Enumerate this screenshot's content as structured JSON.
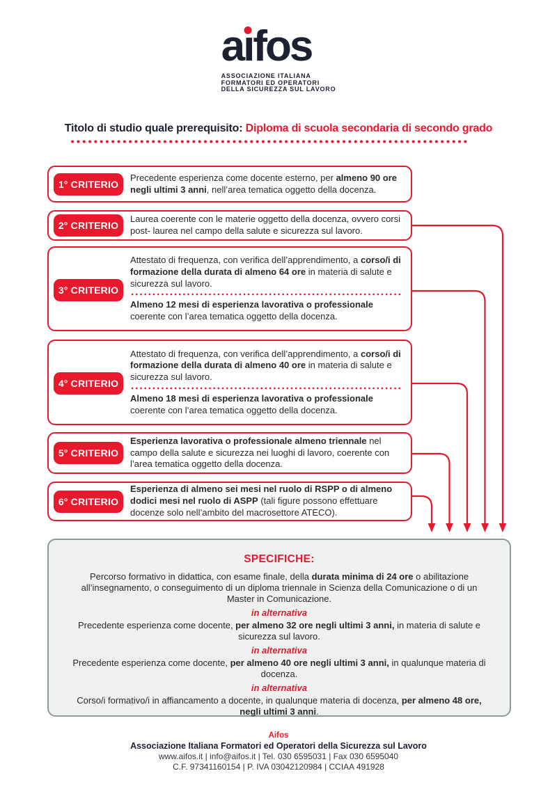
{
  "colors": {
    "red": "#e8182d",
    "navy": "#1c2030",
    "text": "#2a2a2a",
    "spec_bg": "#eef1ef",
    "spec_border": "#8d9a99"
  },
  "logo": {
    "l1": "a",
    "i_stem": "ı",
    "l2": "fos",
    "tagline": [
      "ASSOCIAZIONE ITALIANA",
      "FORMATORI ED OPERATORI",
      "DELLA SICUREZZA SUL LAVORO"
    ]
  },
  "title": {
    "prefix": "Titolo di studio quale prerequisito: ",
    "highlight": "Diploma di scuola secondaria di secondo grado"
  },
  "criteria": [
    {
      "label": "1° CRITERIO",
      "parts": [
        [
          {
            "t": "Precedente esperienza come docente esterno, per "
          },
          {
            "t": "almeno 90 ore negli ultimi 3 anni",
            "b": true
          },
          {
            "t": ", nell’area tematica oggetto della docenza."
          }
        ]
      ]
    },
    {
      "label": "2° CRITERIO",
      "parts": [
        [
          {
            "t": "Laurea coerente con le materie oggetto della docenza, ovvero corsi post- laurea nel campo della salute e sicurezza sul lavoro."
          }
        ]
      ]
    },
    {
      "label": "3° CRITERIO",
      "parts": [
        [
          {
            "t": "Attestato di frequenza, con verifica dell’apprendimento, a "
          },
          {
            "t": "corso/i di formazione della durata di almeno 64 ore",
            "b": true
          },
          {
            "t": " in materia di salute e sicurezza sul lavoro."
          }
        ],
        [
          {
            "t": "Almeno 12 mesi di esperienza lavorativa o professionale",
            "b": true
          },
          {
            "t": " coerente con l’area tematica oggetto della docenza."
          }
        ]
      ]
    },
    {
      "label": "4° CRITERIO",
      "parts": [
        [
          {
            "t": "Attestato di frequenza, con verifica dell’apprendimento, a "
          },
          {
            "t": "corso/i di formazione della durata di almeno 40 ore",
            "b": true
          },
          {
            "t": " in materia di salute e sicurezza sul lavoro."
          }
        ],
        [
          {
            "t": "Almeno 18 mesi di esperienza lavorativa o professionale",
            "b": true
          },
          {
            "t": " coerente con l’area tematica oggetto della docenza."
          }
        ]
      ]
    },
    {
      "label": "5° CRITERIO",
      "parts": [
        [
          {
            "t": "Esperienza lavorativa o professionale almeno triennale",
            "b": true
          },
          {
            "t": " nel campo della salute e sicurezza nei luoghi di lavoro, coerente con l’area tematica oggetto della docenza."
          }
        ]
      ]
    },
    {
      "label": "6° CRITERIO",
      "parts": [
        [
          {
            "t": "Esperienza di almeno sei mesi nel ruolo di RSPP o di almeno dodici mesi nel ruolo di ASPP",
            "b": true
          },
          {
            "t": " (tali figure possono effettuare docenze solo nell’ambito del macrosettore ATECO)."
          }
        ]
      ]
    }
  ],
  "specifiche": {
    "title": "SPECIFICHE:",
    "alt_label": "in alternativa",
    "p1": [
      {
        "t": "Percorso formativo in didattica, con esame finale, della "
      },
      {
        "t": "durata minima di 24 ore",
        "b": true
      },
      {
        "t": " o abilitazione all’insegnamento, o conseguimento di un diploma triennale in Scienza della Comunicazione o di un Master in Comunicazione."
      }
    ],
    "p2": [
      {
        "t": "Precedente esperienza come docente, "
      },
      {
        "t": "per almeno 32 ore negli ultimi 3 anni,",
        "b": true
      },
      {
        "t": " in materia di salute e sicurezza sul lavoro."
      }
    ],
    "p3": [
      {
        "t": "Precedente esperienza come docente, "
      },
      {
        "t": "per almeno 40 ore negli ultimi 3 anni,",
        "b": true
      },
      {
        "t": " in qualunque materia di docenza."
      }
    ],
    "p4": [
      {
        "t": "Corso/i formativo/i in affiancamento a docente, in qualunque materia di docenza, "
      },
      {
        "t": "per almeno 48 ore, negli ultimi 3 anni",
        "b": true
      },
      {
        "t": "."
      }
    ]
  },
  "footer": {
    "brand": "Aifos",
    "org": "Associazione Italiana Formatori ed Operatori della Sicurezza sul Lavoro",
    "contacts": "www.aifos.it  |  info@aifos.it  |  Tel. 030 6595031  |  Fax 030 6595040",
    "fiscal": "C.F. 97341160154  |  P. IVA 03042120984  |  CCIAA 491928"
  }
}
